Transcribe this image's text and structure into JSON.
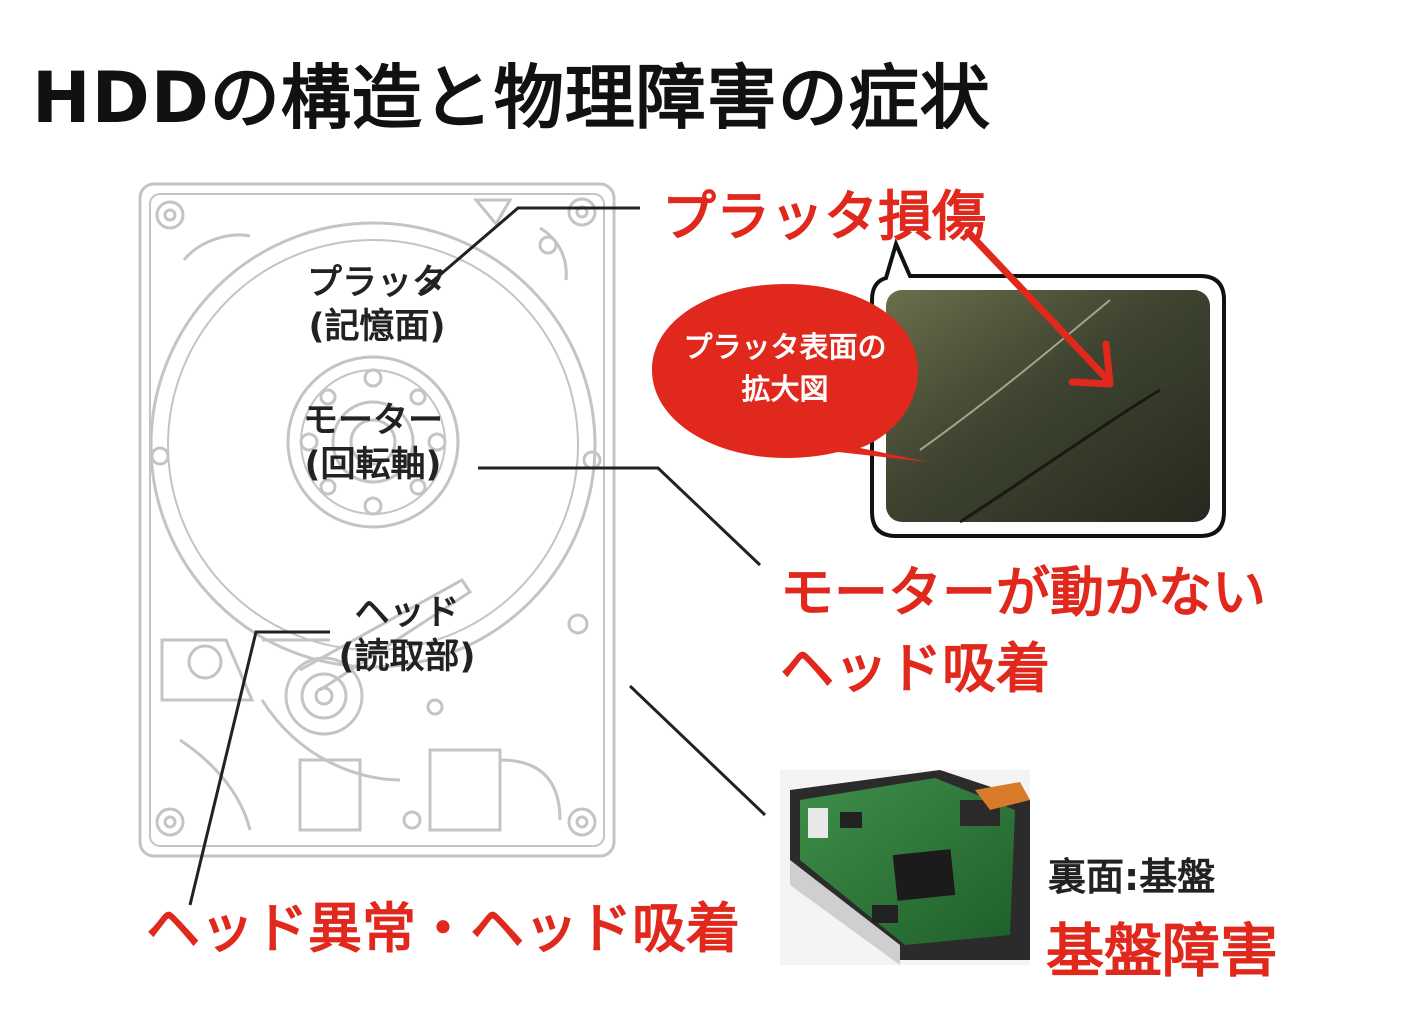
{
  "title": "HDDの構造と物理障害の症状",
  "labels": {
    "platter_name": "プラッタ",
    "platter_sub": "(記憶面)",
    "motor_name": "モーター",
    "motor_sub": "(回転軸)",
    "head_name": "ヘッド",
    "head_sub": "(読取部)",
    "bubble_line1": "プラッタ表面の",
    "bubble_line2": "拡大図",
    "pcb_caption": "裏面:基盤"
  },
  "symptoms": {
    "platter": "プラッタ損傷",
    "motor_1": "モーターが動かない",
    "motor_2": "ヘッド吸着",
    "head": "ヘッド異常・ヘッド吸着",
    "board": "基盤障害"
  },
  "colors": {
    "accent_red": "#e0281c",
    "outline_gray": "#bfbfbf",
    "leader_line": "#222222"
  }
}
